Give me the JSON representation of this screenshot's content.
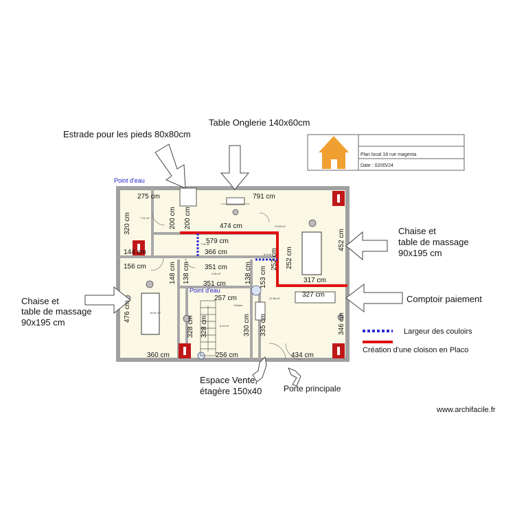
{
  "title_block": {
    "plan_title": "Plan local 18 rue magenta",
    "date": "Date : 02/05/24"
  },
  "labels": {
    "estrade": "Estrade pour les pieds 80x80cm",
    "table_onglerie": "Table Onglerie 140x60cm",
    "chaise_right_1": "Chaise et",
    "chaise_right_2": " table de massage",
    "chaise_right_3": "90x195 cm",
    "chaise_left_1": "Chaise et",
    "chaise_left_2": " table de massage",
    "chaise_left_3": "90x195 cm",
    "comptoir": "Comptoir paiement",
    "espace_vente_1": "Espace Vente,",
    "espace_vente_2": "étagère 150x40",
    "porte": "Porte principale",
    "point_eau_1": "Point d'eau",
    "point_eau_2": "Point d'eau",
    "cuisine": "Cuisine"
  },
  "legend": {
    "couloirs": "Largeur des couloirs",
    "cloison": "Création d'une cloison en Placo"
  },
  "dimensions": {
    "d275": "275 cm",
    "d791": "791 cm",
    "d320": "320 cm",
    "d200a": "200 cm",
    "d200b": "200 cm",
    "d474": "474 cm",
    "d579": "579 cm",
    "d366": "366 cm",
    "d144": "144 cm",
    "d452": "452 cm",
    "d156": "156 cm",
    "d351a": "351 cm",
    "d148": "148 cm",
    "d138a": "138 cm",
    "d138b": "138 cm",
    "d153": "153 cm",
    "d252a": "252 cm",
    "d252b": "252 cm",
    "d317": "317 cm",
    "d351b": "351 cm",
    "d327": "327 cm",
    "d257": "257 cm",
    "d476": "476 cm",
    "d328a": "328 cm",
    "d328b": "328 cm",
    "d330": "330 cm",
    "d335": "335 cm",
    "d346": "346 cm",
    "d360": "360 cm",
    "d256": "256 cm",
    "d434": "434 cm"
  },
  "areas": {
    "a1": "7.31 m²",
    "a2": "23.83 m²",
    "a3": "7.06 m²",
    "a4": "4.85 m²",
    "a5": "15.81 m²",
    "a6": "8.44 m²",
    "a7": "22.86 m²",
    "a8": "8.3 m²"
  },
  "watermark": "www.archifacile.fr",
  "colors": {
    "wall": "#a0a0a0",
    "floor": "#fbf9e6",
    "cloison": "#e01010",
    "couloir": "#2a2ad0",
    "logo": "#f0a030",
    "extinguisher": "#c01818"
  }
}
